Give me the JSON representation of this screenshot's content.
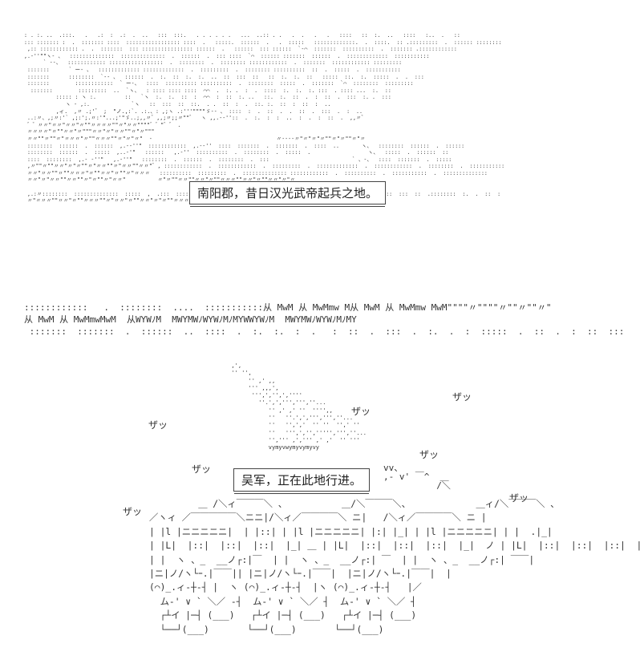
{
  "captions": {
    "top": "南阳郡，昔日汉光武帝起兵之地。",
    "bottom": "吴军，正在此地行进。"
  },
  "sound_effects": [
    {
      "text": "ザッ"
    },
    {
      "text": "ザッ"
    },
    {
      "text": "ザッ"
    },
    {
      "text": "ザッ"
    },
    {
      "text": "ザッ"
    },
    {
      "text": "ザッ"
    },
    {
      "text": "ザッ"
    }
  ],
  "art": {
    "landscape": ": . :. ..  .:::.   .   .:  :  .:  .  ..   :::  :::.   . . . . . .   ...  ..:: . .   .  .   .   .   ::::   ::  :.  ..   ::::   :..  .   ::\n::: ::::::: :  .  ::::::: ::::  ::::::::::::::::: ::::  .   :::::.  ::::::  .   .  :::::   :::::::::::::.  .  ::::.  :: .:::::::::  .  :::::: ::::::::\n ,:: :::::::::::: .  .  :::::::  ::: :::::::::::::::: ::::::  .   ::::::  ::: ::::::  `‐⌒  :::::::  ::::::::::  .  ::::::: .::::::::::::\n,.‐''\"\"ヽ- 、  ::::::::::::::  ::::::::::::::  .  ::::::  .  ::: ::::  `⌒  :::::: :::::::  ::::::  .  :::::::::::::  :::::::::::\n      ` ‐-、  :::::::::::: :::::::::::::::::  .  ::::::::  .  :::::::: ::::::::::::  .  :::::::  :::::::::::: :::::::::\n :::::::      ` ー- 、  ::::::::::::: :::::::::::::  .  :::::::::  .  :::::::: ::::::::::  ::  .  :::::  .  :::::::::::\n :::::::      ::::::::  `‐- 、  ::::::  .  :.  ::  :.  :.  ..  ::  :::  ::   ::  :.  :.  ::   :::::  ::.  :.  :::::  .  .  :::\n :::::::        ::::::::::::  ` ー-、  ::::  :::::::::: ::::::::::  .  ::::::::  :::::  .  :::::::  `⌒  ::::::::  :::::::::\n  :::::::        :::::::::  ..  `ヽ、  : :::: :::: ::::  ⌒⌒  .  :. .  :  .  ::::  :.  :.  :. :::  . :::: ...  :.  ::\n          ::::: : ヽ :.         ::   `ヽ  :.  :.  ::  :  ⌒⌒  :  ::  :. ..   ::.  :.  ::  .  :  ::  .  :::  :. .  :::\n             ヽ ‐ ,:.             `ヽ   ::  :::  ::  ::.  . .  ::  :  .  ::. :.  ::  :  ::  :  .. \n          ,ィ.  ,〃 .;'゛ ;  \"ノ.,:`. .:.、: ,;ヽ .:'''\"\"\"\"ゞ-‐ 、 ::::  :  .  ::  .  .  ::  .  :::  .  :  ..\n ..:〃、,;〃:'` ,;:';.〃:'\"...;'\"ゞ..;,,〃゛,,;〃;;〃\"\"゛  ヽ ,,.-‐''::  .  :.  :  :  ..  :  .  :  ::  .  ,,〃゛\n ゛゛〃〃\"〃〃\"〃〃\"〃\"\"〃〃〃〃\"\"〃\"〃〃\"\"\"\"゛゛\"゛゛ .                                                   \n 〃〃〃〃\"〃\"\"〃〃\"〃\"\"\"〃〃\"〃\"〃〃\"\"〃\"〃\"\"\"    \n 〃〃\"\"〃\"\"〃\"〃〃〃\"〃\"\"〃〃〃\"\"〃\"〃\"〃\"  -                                       〃-‐-‐〃\"〃\"〃\"〃\"\"〃\"〃\"\"〃\"〃\n ::::::::  ::::::  .  ::::::  ,.-‐''\"  ::::::::::::  ,.-‐''  ::::  :::::::  .  :::::::  .  ::::  ..       ヽ、  ::::::::  ::::::  .  ::::::\n ::::::::  ::::::  .  :::::  ,..-'\"   ::::::   ,.-''  ::::::::::  .  ::::::::  .  :::::  .                  ヽ、  :::::  .  ::::::  ::\n ::::  ::::::::  ,.- ‐''\"   ,.-''\"   ::::::::  .  ::::::  .  ::::::::  .  :::                          ` 、-、  ::::  :::::::  .  :::::\n ,〃\"\"〃\"\"〃〃\"〃\"〃\"\"〃\"〃〃\"\"〃\"〃〃\"\"〃〃\"゛, ::::::::::::  .  ::::::::::::  .  :::::::::  .  :::::::::::::  .  ::::::::::::  .  ::::::::  .  :::::::::::\n 〃〃\"〃〃\"\"〃\"\"〃〃〃\"〃\"\"〃〃\"〃\"\"〃\"〃〃〃   ::::::::::  :::::::::  .  :::::::::::::: ::::::::::::  .  ::::::::::  .  :::::::::::  .  ::::::::::::::\n 〃〃\"〃\"〃〃\"\"〃〃\"\"〃\"〃\"\"〃\"〃〃\"          〃\"〃\"\"〃〃\"\"〃〃\"〃\"\"〃〃〃\"\"〃〃\"〃\"\"〃〃\"〃\"〃\n\n ,.:〃::::::::  ::::::::::::::  :::::  ,  .:::  ::::  :::::  .  ::::  .::  .  :  ::::  .  :.  :::  :  .  :   .  ::::  :::  ::  .::::::::  :.  .  ::  :\n 〃\"〃〃〃\"\"〃〃\"〃\"\"〃〃〃\"\"〃\"〃〃\"〃\"\"〃〃\"〃\"〃\"\"〃〃〃\"\"〃\"〃〃\"〃\"\"〃〃\"〃\"\"〃\"〃〃\"〃\"\"〃〃\"〃\"\"〃\"〃〃\"〃\"〃\"〃\"\"〃〃〃",
    "grass": "::::::::::::   .  ::::::::  ....  :::::::::::从 MwM 从 MwMmw M从 MwM 从 MwMmw MwM\"\"\"\"〃\"\"\"\"〃\"\"〃\"\"〃\"\n从 MwM 从 MwMmwMwM  从WYWﾉM  MWYMWﾉWYWﾉMﾉMYWWYWﾉM  MWYMWﾉWYWﾉMﾉMY\n :::::::  :::::::  .  ::::::  ..  ::::  .  :.  :.  :  .   :  ::  .  :::  .  :.  .  :  :::::  .  ::  .  :  ::  :::",
    "dust": "  ,',\n  '' '',\n       '' ,' ,,\n       ''' ,,,',\n        ''',','',',''''\n          ''.',',''',''',''...\n             '' ,' ,' ''  '''',,\n             ''   ''.',',''',''',''...\n             ''   '',','  '' ''  '',' ''\n             ''   ''',','',''''',''',''...\n             '',''' ,',''' ,' ,'  '' '''\n             vymyvwymyvymyvy",
    "army": "         ＿ /＼ィ￣￣￣＼ 、          ＿/＼￣￣￣＼、            ＿ィ/＼￣￣￣＼ 、\n／ヽィ ／￣￣￣￣￣＼ニニ|/＼ィ／￣￣￣￣＼ ニ|   /＼ィ／￣￣￣￣＼ ニ |\n| |l |ニニニニニ|  | |::| | |l |ニニニニニ| |:| |_| | |l |ニニニニニ| | |  .|_|\n| |L|  |::|  |::|  |::|  |_| ＿ | |L|  |::|  |::|  |::|  |_|  ノ | |L|  |::|  |::|  |::|  |_|ノ\n| |  ヽ 、_  __ノ┌:|￣  | |  ヽ 、_  __ノ┌:| ￣  | |  ヽ 、_  __ノ┌:| ￣￣|\n|ニ|ノ/ヽ└ｰ.|￣￣|| |ニ|ノ/ヽ└ｰ.|￣￣|  |ニ|ノ/ヽ└ｰ.|￣￣|  |\n(⌒)_.ィ-┼‐┤ |  ヽ (⌒)_.ィ-┼‐┤  |ヽ (⌒)_.ィ-┼‐┤   |／\n  ム‐' ∨ ` ＼／ ‐┤  ム‐' ∨ ` ＼／ ┤  ム‐' ∨ ` ＼／ ┤\n  ┌┴イ |─┤ (___)   ┌┴イ |─┤ (___)   ┌┴イ |─┤ (___)\n  └──┘(___)       └──┘(___)       └──┘(___)"
  }
}
